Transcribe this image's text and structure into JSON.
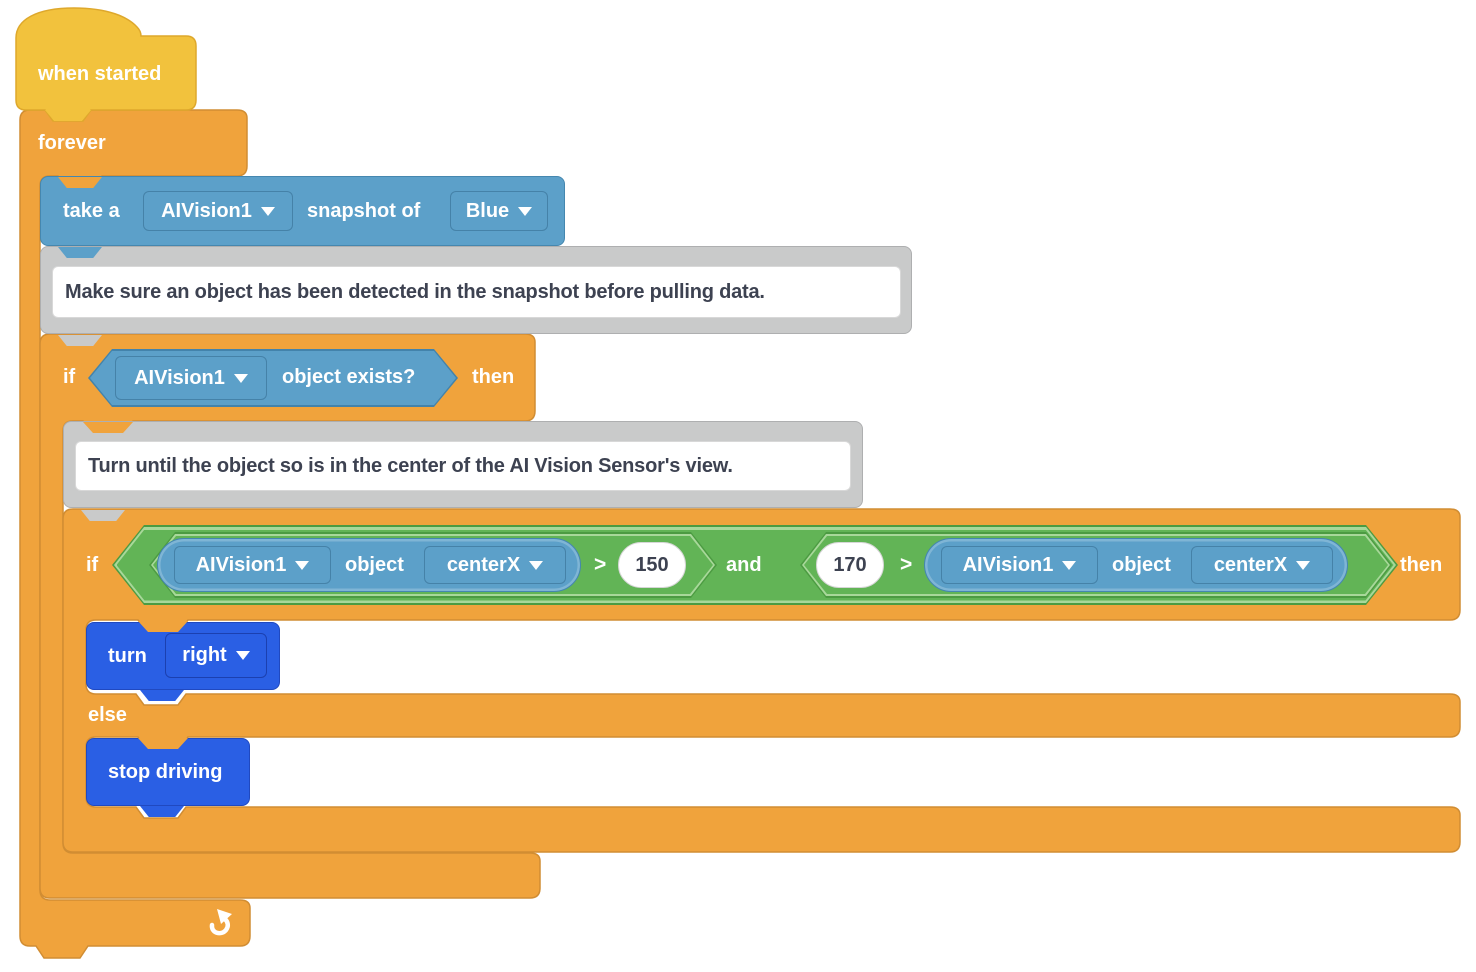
{
  "colors": {
    "event_yellow": "#F2C23D",
    "control_orange": "#F0A33C",
    "sensing_blue": "#5CA0C9",
    "operator_green": "#62B456",
    "drivetrain_blue": "#2A5FE4",
    "comment_gray": "#C9CACA",
    "comment_text": "#3D4251"
  },
  "hat": {
    "label": "when started"
  },
  "forever": {
    "label": "forever"
  },
  "snapshot_block": {
    "take_a": "take a",
    "device": "AIVision1",
    "snapshot_of": "snapshot of",
    "color_option": "Blue"
  },
  "comment_detect": {
    "text": "Make sure an object has been detected in the snapshot before pulling data."
  },
  "outer_if": {
    "if_label": "if",
    "then_label": "then",
    "device": "AIVision1",
    "condition": "object exists?"
  },
  "comment_center": {
    "text": "Turn until the object so is in the center of the AI Vision Sensor's view."
  },
  "inner_if": {
    "if_label": "if",
    "then_label": "then",
    "else_label": "else",
    "and_label": "and",
    "left": {
      "device": "AIVision1",
      "object_label": "object",
      "property": "centerX",
      "operator": ">",
      "value": "150"
    },
    "right": {
      "value": "170",
      "operator": ">",
      "device": "AIVision1",
      "object_label": "object",
      "property": "centerX"
    }
  },
  "turn_block": {
    "label": "turn",
    "direction": "right"
  },
  "stop_block": {
    "label": "stop driving"
  }
}
